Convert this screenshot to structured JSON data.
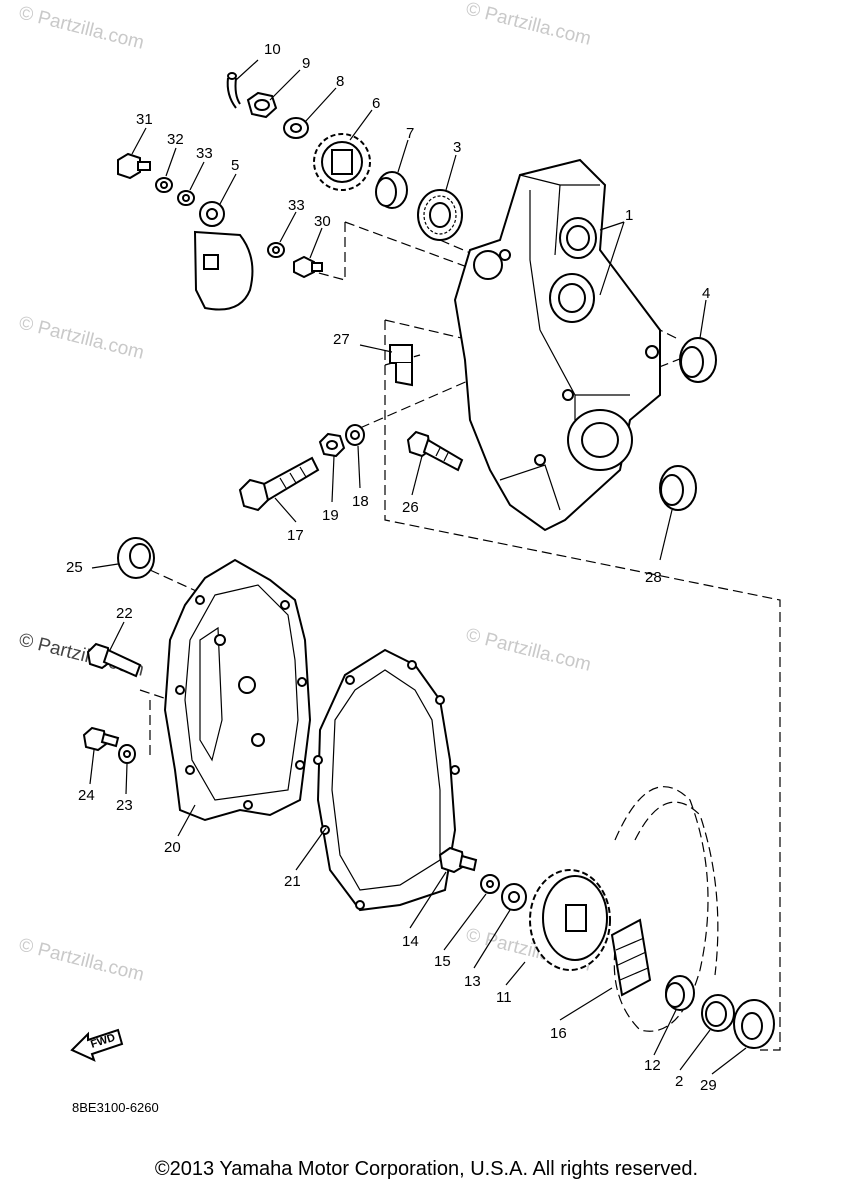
{
  "watermark": "© Partzilla.com",
  "diagram_code": "8BE3100-6260",
  "fwd_label": "FWD",
  "copyright": "©2013 Yamaha Motor Corporation, U.S.A. All rights reserved.",
  "callouts": {
    "c1": "1",
    "c2": "2",
    "c3": "3",
    "c4": "4",
    "c5": "5",
    "c6": "6",
    "c7": "7",
    "c8": "8",
    "c9": "9",
    "c10": "10",
    "c11": "11",
    "c12": "12",
    "c13": "13",
    "c14": "14",
    "c15": "15",
    "c16": "16",
    "c17": "17",
    "c18": "18",
    "c19": "19",
    "c20": "20",
    "c21": "21",
    "c22": "22",
    "c23": "23",
    "c24": "24",
    "c25": "25",
    "c26": "26",
    "c27": "27",
    "c28": "28",
    "c29": "29",
    "c30": "30",
    "c31": "31",
    "c32": "32",
    "c33a": "33",
    "c33b": "33"
  }
}
